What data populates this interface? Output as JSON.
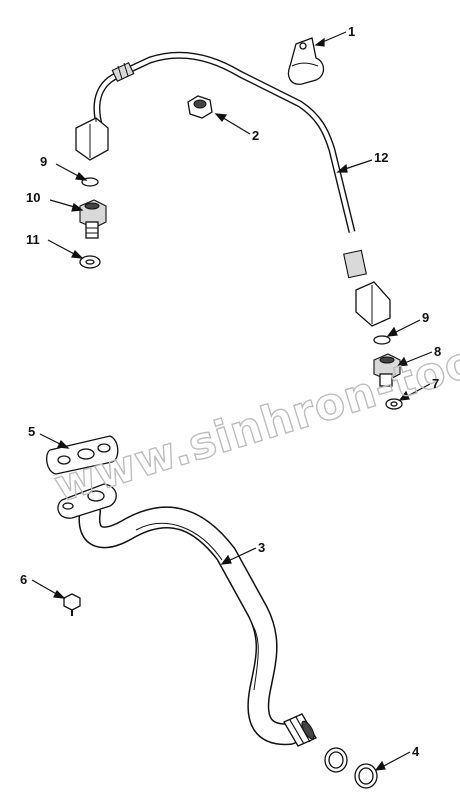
{
  "callouts": [
    {
      "id": "1",
      "label": "1"
    },
    {
      "id": "2",
      "label": "2"
    },
    {
      "id": "3",
      "label": "3"
    },
    {
      "id": "4",
      "label": "4"
    },
    {
      "id": "5",
      "label": "5"
    },
    {
      "id": "6",
      "label": "6"
    },
    {
      "id": "7",
      "label": "7"
    },
    {
      "id": "8",
      "label": "8"
    },
    {
      "id": "9a",
      "label": "9"
    },
    {
      "id": "9b",
      "label": "9"
    },
    {
      "id": "10",
      "label": "10"
    },
    {
      "id": "11",
      "label": "11"
    },
    {
      "id": "12",
      "label": "12"
    }
  ],
  "watermark": {
    "text": "www.sinhron-tool.kz"
  }
}
